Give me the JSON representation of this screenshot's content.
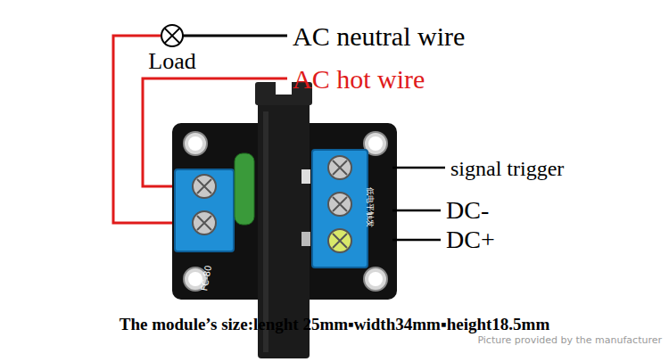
{
  "diagram": {
    "caption": "The module’s size:lenght 25mm▪width34mm▪height18.5mm",
    "nodes": [
      {
        "text": [
          "Load"
        ]
      }
    ],
    "labels": [
      "AC neutral wire",
      "AC hot wire",
      "signal trigger",
      "DC-",
      "DC+",
      "FC-80",
      "低电平触发",
      "Picture provided by the manufacturer"
    ]
  }
}
